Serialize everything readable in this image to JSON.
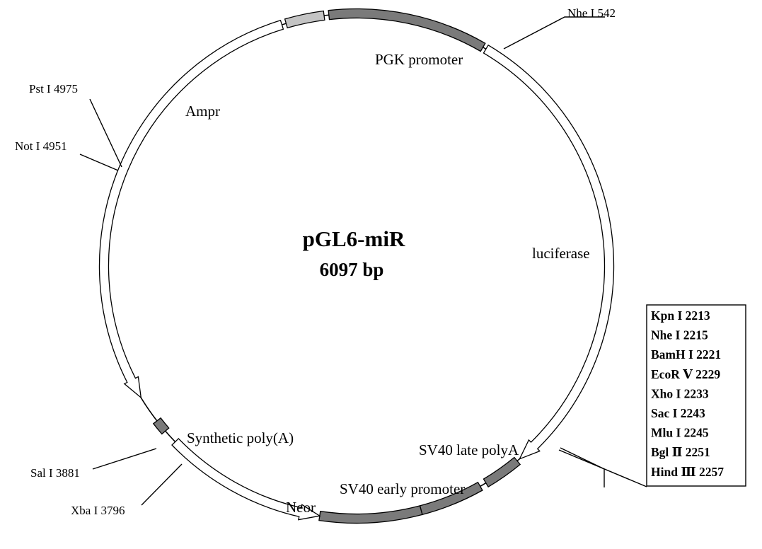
{
  "plasmid": {
    "name": "pGL6-miR",
    "size": "6097 bp"
  },
  "features": [
    {
      "id": "small-light",
      "label": "",
      "start_deg": -16.2,
      "end_deg": -7.4,
      "style": "light-box"
    },
    {
      "id": "pgk",
      "label": "PGK promoter",
      "start_deg": -6.3,
      "end_deg": 30.0,
      "style": "dark-box"
    },
    {
      "id": "luciferase",
      "label": "luciferase",
      "start_deg": 30.8,
      "end_deg": 139.8,
      "style": "white-arrow"
    },
    {
      "id": "sv40-late",
      "label": "SV40 late polyA",
      "start_deg": 140.5,
      "end_deg": 149.2,
      "style": "dark-box"
    },
    {
      "id": "sv40-early",
      "label": "SV40 early promoter",
      "start_deg": 150.7,
      "end_deg": 165.2,
      "style": "dark-box"
    },
    {
      "id": "neor-cds",
      "label": "",
      "start_deg": 165.2,
      "end_deg": 188.4,
      "style": "dark-box"
    },
    {
      "id": "neor",
      "label": "Neor",
      "start_deg": 188.4,
      "end_deg": 225.9,
      "style": "white-arrow-reverse"
    },
    {
      "id": "synthetic-polya",
      "label": "Synthetic poly(A)",
      "start_deg": 229.2,
      "end_deg": 232.2,
      "style": "dark-box"
    },
    {
      "id": "ampr",
      "label": "Ampr",
      "start_deg": 238.6,
      "end_deg": 342.8,
      "style": "white-arrow-reverse"
    }
  ],
  "sites": [
    {
      "label": "Nhe I 542"
    },
    {
      "label": "Pst I 4975"
    },
    {
      "label": "Not I 4951"
    },
    {
      "label": "Sal I 3881"
    },
    {
      "label": "Xba I 3796"
    }
  ],
  "mcs": {
    "items": [
      "Kpn I 2213",
      "Nhe I 2215",
      "BamH I 2221",
      "EcoR Ⅴ  2229",
      "Xho I 2233",
      "Sac I 2243",
      "Mlu I 2245",
      "Bgl Ⅱ 2251",
      "Hind Ⅲ  2257"
    ]
  },
  "colors": {
    "dark": "#7a7a7a",
    "light": "#c4c4c4",
    "line": "#000000",
    "white": "#ffffff"
  }
}
